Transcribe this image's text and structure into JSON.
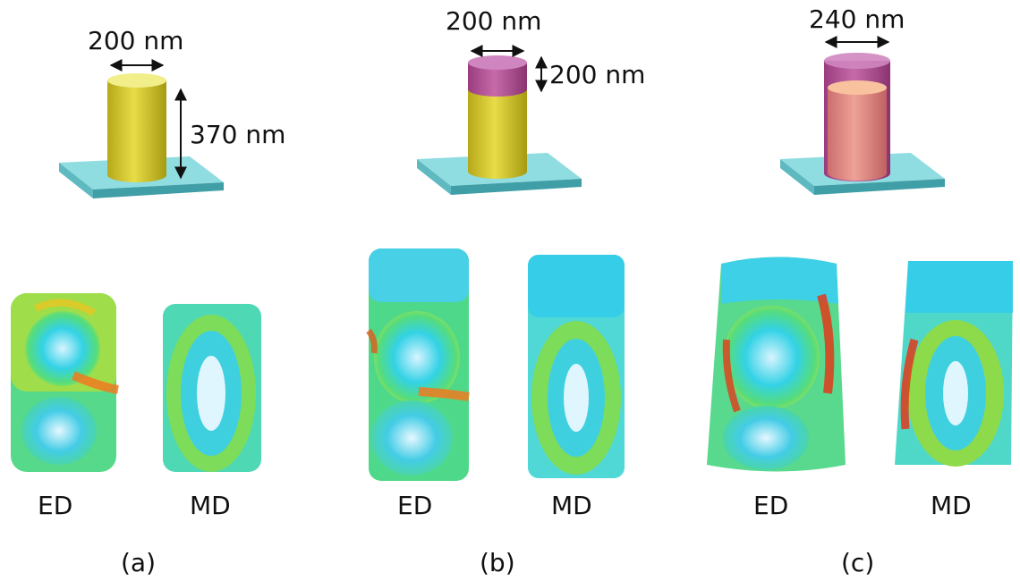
{
  "panels": [
    {
      "id": "a",
      "caption": "(a)",
      "dims": [
        "200 nm",
        "370 nm"
      ],
      "field_labels": [
        "ED",
        "MD"
      ]
    },
    {
      "id": "b",
      "caption": "(b)",
      "dims": [
        "200 nm",
        "200 nm"
      ],
      "field_labels": [
        "ED",
        "MD"
      ]
    },
    {
      "id": "c",
      "caption": "(c)",
      "dims": [
        "240 nm"
      ],
      "field_labels": [
        "ED",
        "MD"
      ]
    }
  ],
  "colors": {
    "substrate_top": "#8fdde0",
    "substrate_side": "#3f9ea6",
    "gold": "#d8cd3c",
    "gold_top": "#f2ee8a",
    "magenta": "#b8549a",
    "magenta_top": "#cf86c0",
    "salmon": "#e7948a",
    "salmon_top": "#f8c29e"
  }
}
